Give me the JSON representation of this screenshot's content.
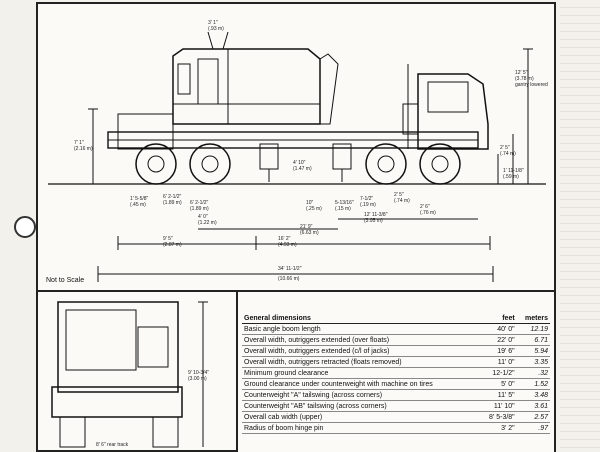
{
  "diagram": {
    "side_view_dims": {
      "boom_top": "3' 1\"",
      "boom_top_m": "(.93 m)",
      "overall_height": "12' 5\"",
      "overall_height_m": "(3.78 m)",
      "overall_height_note": "gantry lowered",
      "deck_height": "7' 1\"",
      "deck_height_m": "(2.16 m)",
      "front_height": "2' 5\"",
      "front_height_m": "(.74 m)",
      "ground_clear_1": "1' 11-1/8\"",
      "ground_clear_1_m": "(.59 m)",
      "left_1": "1' 5-5/8\"",
      "left_1_m": "(.45 m)",
      "left_2": "6' 2-1/2\"",
      "left_2_m": "(1.89 m)",
      "mid_1": "6' 2-1/2\"",
      "mid_1_m": "(1.89 m)",
      "mid_2": "4' 0\"",
      "mid_2_m": "(1.22 m)",
      "wheelbase": "9' 5\"",
      "wheelbase_m": "(2.87 m)",
      "outrigger": "4' 10\"",
      "outrigger_m": "(1.47 m)",
      "rear_1": "10\"",
      "rear_1_m": "(.25 m)",
      "rear_2": "5-13/16\"",
      "rear_2_m": "(.15 m)",
      "rear_3": "7-1/2\"",
      "rear_3_m": "(.19 m)",
      "front_1": "2' 5\"",
      "front_1_m": "(.74 m)",
      "front_2": "2' 6\"",
      "front_2_m": "(.76 m)",
      "front_3": "12' 11-3/8\"",
      "front_3_m": "(3.95 m)",
      "center_1": "21' 9\"",
      "center_1_m": "(6.63 m)",
      "center_2": "16' 2\"",
      "center_2_m": "(4.93 m)",
      "overall_length": "34' 11-1/2\"",
      "overall_length_m": "(10.66 m)"
    },
    "not_to_scale": "Not to Scale",
    "front_view": {
      "height": "9' 10-3/4\"",
      "height_m": "(3.00 m)",
      "track": "8' 6\" rear track"
    }
  },
  "table": {
    "title": "General dimensions",
    "col_feet": "feet",
    "col_meters": "meters",
    "rows": [
      {
        "label": "Basic angle boom length",
        "feet": "40' 0\"",
        "meters": "12.19"
      },
      {
        "label": "Overall width, outriggers extended (over floats)",
        "feet": "22' 0\"",
        "meters": "6.71"
      },
      {
        "label": "Overall width, outriggers extended (c/l of jacks)",
        "feet": "19' 6\"",
        "meters": "5.94"
      },
      {
        "label": "Overall width, outriggers retracted (floats removed)",
        "feet": "11' 0\"",
        "meters": "3.35"
      },
      {
        "label": "Minimum ground clearance",
        "feet": "12-1/2\"",
        "meters": ".32"
      },
      {
        "label": "Ground clearance under counterweight with machine on tires",
        "feet": "5' 0\"",
        "meters": "1.52"
      },
      {
        "label": "Counterweight \"A\" tailswing (across corners)",
        "feet": "11' 5\"",
        "meters": "3.48"
      },
      {
        "label": "Counterweight \"AB\" tailswing (across corners)",
        "feet": "11' 10\"",
        "meters": "3.61"
      },
      {
        "label": "Overall cab width (upper)",
        "feet": "8' 5-3/8\"",
        "meters": "2.57"
      },
      {
        "label": "Radius of boom hinge pin",
        "feet": "3' 2\"",
        "meters": ".97"
      }
    ]
  }
}
